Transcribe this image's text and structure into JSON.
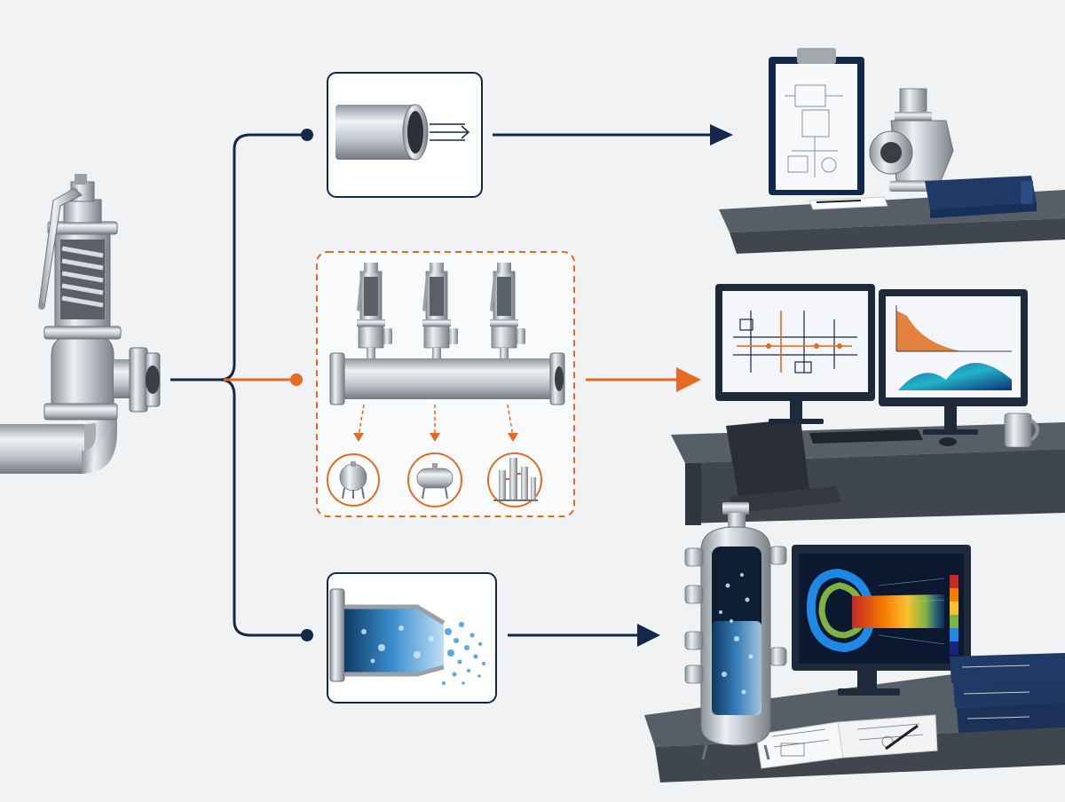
{
  "colors": {
    "background": "#f1f2f4",
    "navy": "#14284a",
    "orange": "#e56a22",
    "steel_light": "#e6e9ec",
    "steel_mid": "#b7bcc2",
    "steel_dark": "#6c7279",
    "desk": "#3f464e",
    "desk_top": "#565e67",
    "water_blue": "#2f7fc2",
    "screen_dark": "#1e2a3a"
  },
  "nodes": [
    {
      "id": "relief-valve",
      "icon": "relief-valve-icon"
    },
    {
      "id": "reaction-force",
      "icon": "pipe-discharge-icon"
    },
    {
      "id": "manifold-sizing",
      "icon": "valve-manifold-icon"
    },
    {
      "id": "two-phase-flow",
      "icon": "two-phase-pipe-icon"
    },
    {
      "id": "drawing-review",
      "icon": "clipboard-valve-desk-icon"
    },
    {
      "id": "process-simulation",
      "icon": "dual-monitor-workstation-icon"
    },
    {
      "id": "cfd-analysis",
      "icon": "separator-cfd-monitor-icon"
    }
  ],
  "manifold_targets": [
    {
      "icon": "sphere-tank-icon"
    },
    {
      "icon": "horizontal-vessel-icon"
    },
    {
      "icon": "refinery-column-icon"
    }
  ],
  "cfd_legend": [
    "#c62828",
    "#f57c00",
    "#fbc02d",
    "#7cb342",
    "#1e88e5",
    "#1a237e"
  ]
}
